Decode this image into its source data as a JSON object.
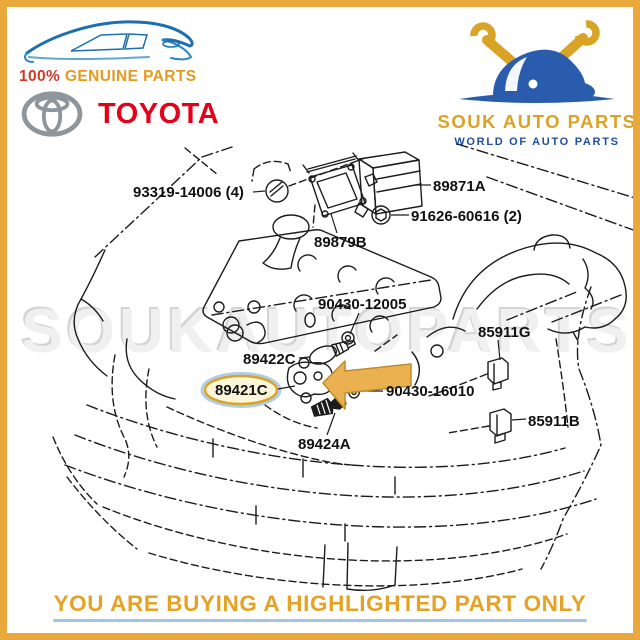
{
  "branding": {
    "genuine_highlight": "100%",
    "genuine_text": " GENUINE PARTS",
    "toyota_wordmark": "TOYOTA"
  },
  "store": {
    "name": "SOUK AUTO PARTS",
    "tagline": "WORLD OF AUTO PARTS"
  },
  "watermark": "SOUKAUTOPARTS",
  "banner": {
    "text": "YOU ARE BUYING A HIGHLIGHTED PART ONLY"
  },
  "diagram": {
    "highlighted_part": "89421C",
    "labels": [
      {
        "text": "93319-14006 (4)"
      },
      {
        "text": "89871A"
      },
      {
        "text": "91626-60616 (2)"
      },
      {
        "text": "89879B"
      },
      {
        "text": "90430-12005"
      },
      {
        "text": "85911G"
      },
      {
        "text": "89422C"
      },
      {
        "text": "89421C"
      },
      {
        "text": "90430-16010"
      },
      {
        "text": "85911B"
      },
      {
        "text": "89424A"
      }
    ]
  },
  "colors": {
    "border": "#E9A83C",
    "accent_gold": "#D9A326",
    "toyota_red": "#E50019",
    "genuine_red": "#D03A28",
    "logo_blue": "#2A5CAD",
    "banner_text": "#E6A224",
    "underline_blue": "#A3C6E6",
    "highlight_fill": "#FBF5DA",
    "arrow_fill": "#EBB150",
    "line_color": "#1C1C1C"
  }
}
